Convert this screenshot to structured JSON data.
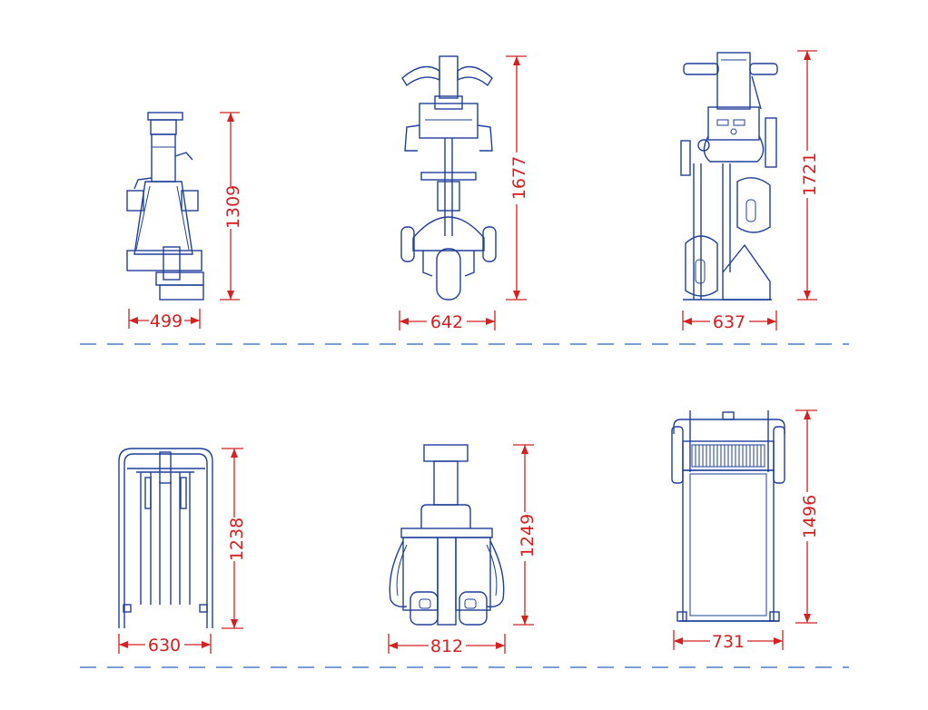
{
  "dimensions": {
    "unit_1": {
      "width": "499",
      "height": "1309"
    },
    "unit_2": {
      "width": "642",
      "height": "1677"
    },
    "unit_3": {
      "width": "637",
      "height": "1721"
    },
    "unit_4": {
      "width": "630",
      "height": "1238"
    },
    "unit_5": {
      "width": "812",
      "height": "1249"
    },
    "unit_6": {
      "width": "731",
      "height": "1496"
    }
  },
  "colors": {
    "outline": "#1f3f9a",
    "dimension": "#d42020",
    "separator": "#4a7fc8"
  }
}
